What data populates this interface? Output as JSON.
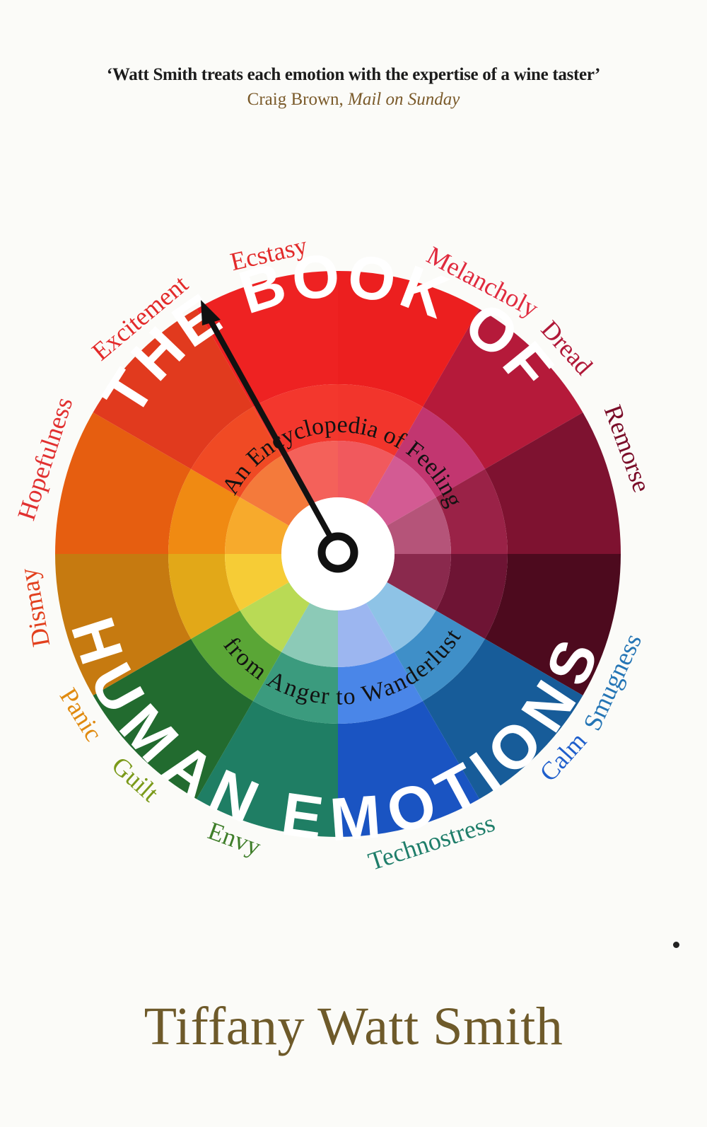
{
  "cover": {
    "quote": "‘Watt Smith treats each emotion with the expertise of a wine taster’",
    "attribution_name": "Craig Brown,",
    "attribution_publication": "Mail on Sunday",
    "title_line1": "THE BOOK OF",
    "title_line2": "HUMAN EMOTIONS",
    "subtitle_line1": "An Encyclopedia of Feeling",
    "subtitle_line2": "from Anger to Wanderlust",
    "author": "Tiffany Watt Smith"
  },
  "emotions": [
    "Ecstasy",
    "Melancholy",
    "Dread",
    "Remorse",
    "Smugness",
    "Calm",
    "Technostress",
    "Envy",
    "Guilt",
    "Panic",
    "Dismay",
    "Hopefulness",
    "Excitement"
  ],
  "colors": {
    "outer": [
      "#ec1f1f",
      "#b51a3a",
      "#7e1230",
      "#4d0a1e",
      "#175c99",
      "#1a54c2",
      "#1f7e64",
      "#226b2f",
      "#c67a10",
      "#e65e10",
      "#e13a1e",
      "#ee2222"
    ],
    "middle": [
      "#f2352c",
      "#c23670",
      "#9a2247",
      "#6e1434",
      "#3f8fc8",
      "#4a86e8",
      "#3b9b7e",
      "#5aa636",
      "#e2a818",
      "#f08a12",
      "#f04a24",
      "#f3372d"
    ],
    "inner": [
      "#f1595d",
      "#d35b93",
      "#b55479",
      "#8a294d",
      "#8ec3e6",
      "#9cb6f0",
      "#8ccab7",
      "#b9da55",
      "#f6cc36",
      "#f7aa2c",
      "#f47a3b",
      "#f4615a"
    ],
    "label_colors": [
      "#e22a2a",
      "#e02a3e",
      "#b01838",
      "#7a0c28",
      "#2475b5",
      "#1f5fcc",
      "#1f7e6a",
      "#3f7e2a",
      "#7b9a1a",
      "#e08a0f",
      "#e2401e",
      "#e13030",
      "#e32a2a"
    ],
    "title_text": "#ffffff",
    "hand": "#111111"
  }
}
